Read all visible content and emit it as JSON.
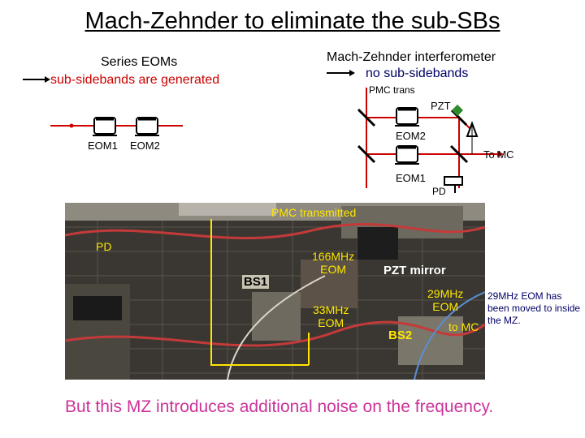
{
  "title": "Mach-Zehnder to eliminate the sub-SBs",
  "series_eoms": {
    "heading": "Series EOMs",
    "sub": "sub-sidebands are generated",
    "eom1_label": "EOM1",
    "eom2_label": "EOM2"
  },
  "mz": {
    "heading": "Mach-Zehnder interferometer",
    "sub": "no sub-sidebands",
    "pmc_trans": "PMC trans",
    "pzt": "PZT",
    "eom2": "EOM2",
    "eom1": "EOM1",
    "pd": "PD",
    "to_mc": "To MC"
  },
  "photo": {
    "pmc_transmitted": "PMC transmitted",
    "pd": "PD",
    "bs1": "BS1",
    "eom_166": "166MHz\nEOM",
    "pzt_mirror": "PZT mirror",
    "eom_33": "33MHz\nEOM",
    "eom_29": "29MHz\nEOM",
    "bs2": "BS2",
    "to_mc": "to MC"
  },
  "note": "29MHz EOM has been moved to inside the MZ.",
  "footer": "But this MZ introduces additional noise on the frequency.",
  "colors": {
    "red": "#cc0000",
    "pink": "#cc3399",
    "navy": "#000066",
    "yellow": "#ffe600"
  }
}
